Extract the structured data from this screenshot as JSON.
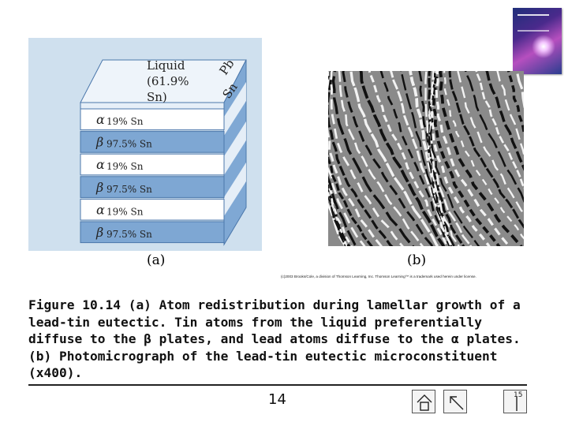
{
  "panel_a": {
    "liquid_label_lines": [
      "Liquid",
      "(61.9%",
      "Sn)"
    ],
    "side_labels": [
      "Pb",
      "Sn"
    ],
    "plates": [
      {
        "greek": "α",
        "composition": "19% Sn",
        "color": "#ffffff"
      },
      {
        "greek": "β",
        "composition": "97.5% Sn",
        "color": "#7ea7d3"
      },
      {
        "greek": "α",
        "composition": "19% Sn",
        "color": "#ffffff"
      },
      {
        "greek": "β",
        "composition": "97.5% Sn",
        "color": "#7ea7d3"
      },
      {
        "greek": "α",
        "composition": "19% Sn",
        "color": "#ffffff"
      },
      {
        "greek": "β",
        "composition": "97.5% Sn",
        "color": "#7ea7d3"
      }
    ],
    "panel_label": "(a)"
  },
  "panel_b": {
    "panel_label": "(b)"
  },
  "copyright": "(c)2003 Brooks/Cole, a division of Thomson Learning, Inc.  Thomson Learning™ is a trademark used herein under license.",
  "caption": "Figure 10.14 (a) Atom redistribution during lamellar growth of a lead-tin eutectic. Tin atoms from the liquid preferentially diffuse to the β plates, and lead atoms diffuse to the α plates. (b) Photomicrograph of the lead-tin eutectic microconstituent (x400).",
  "page_number": "14",
  "nav": {
    "next_number": "15"
  }
}
